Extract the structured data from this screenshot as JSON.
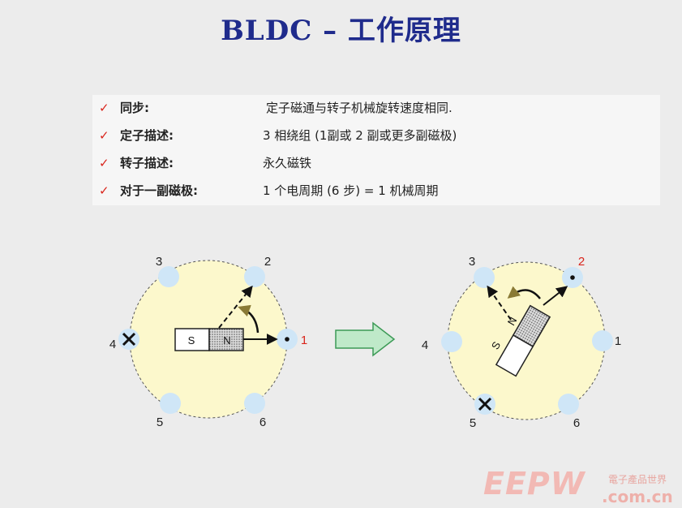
{
  "title": "BLDC – 工作原理",
  "bullets": [
    {
      "label": "同步:",
      "value": "定子磁通与转子机械旋转速度相同."
    },
    {
      "label": "定子描述:",
      "value": "3 相绕组 (1副或 2 副或更多副磁极)"
    },
    {
      "label": "转子描述:",
      "value": "永久磁铁"
    },
    {
      "label": "对于一副磁极:",
      "value": "1 个电周期 (6 步) = 1 机械周期"
    }
  ],
  "check_mark": "✓",
  "left_diagram": {
    "pole_labels": [
      "1",
      "2",
      "3",
      "4",
      "5",
      "6"
    ],
    "magnet_s": "S",
    "magnet_n": "N"
  },
  "right_diagram": {
    "pole_labels": [
      "1",
      "2",
      "3",
      "4",
      "5",
      "6"
    ],
    "magnet_s": "S",
    "magnet_n": "N"
  },
  "watermark": {
    "big": "EEPW",
    "small": "電子產品世界",
    "url": ".com.cn"
  },
  "colors": {
    "title": "#1f2b8c",
    "check": "#d9251c",
    "active_label": "#d9251c",
    "circle_fill": "#fcf8cc",
    "pole_fill": "#cfe6f7",
    "arrow_fill": "#bfe9c9",
    "arrow_stroke": "#3c9a56"
  },
  "icons": [
    "check-icon",
    "dot-current-in-icon",
    "cross-current-out-icon",
    "transition-arrow-icon",
    "rotation-arrow-icon"
  ]
}
